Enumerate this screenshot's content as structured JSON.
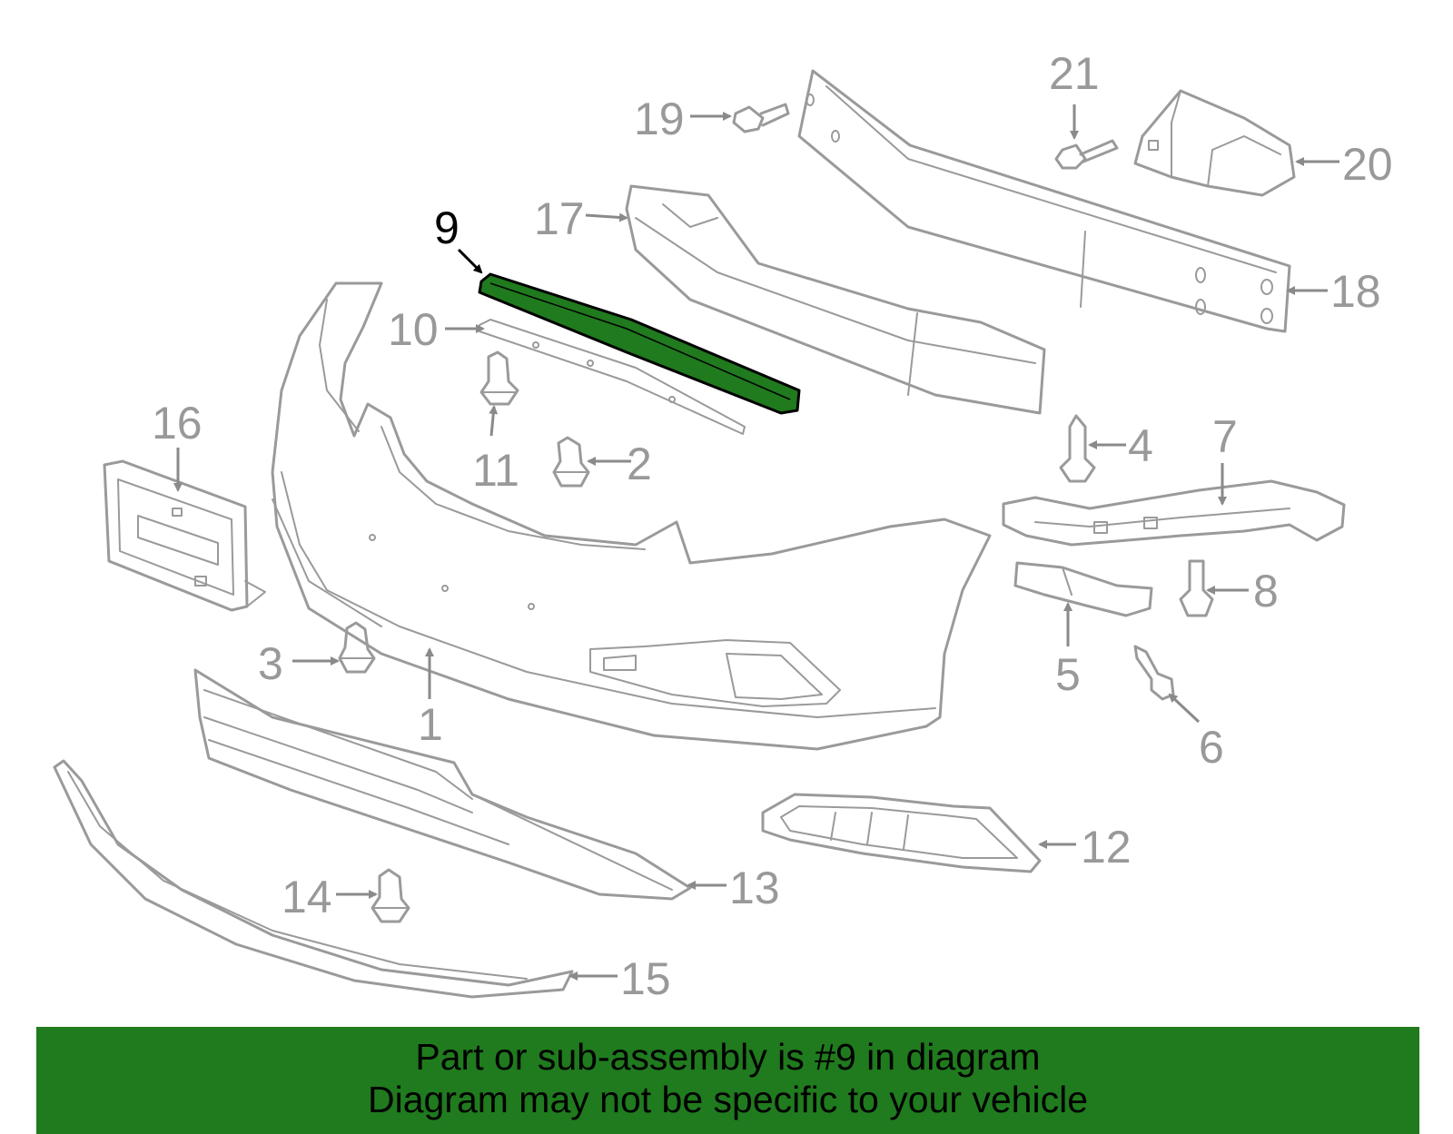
{
  "diagram": {
    "highlighted_part": "9",
    "highlight_color": "#207a1e",
    "callouts": [
      "1",
      "2",
      "3",
      "4",
      "5",
      "6",
      "7",
      "8",
      "9",
      "10",
      "11",
      "12",
      "13",
      "14",
      "15",
      "16",
      "17",
      "18",
      "19",
      "20",
      "21"
    ]
  },
  "banner": {
    "line1": "Part or sub-assembly is #9 in diagram",
    "line2": "Diagram may not be specific to your vehicle",
    "background": "#207a1e"
  }
}
